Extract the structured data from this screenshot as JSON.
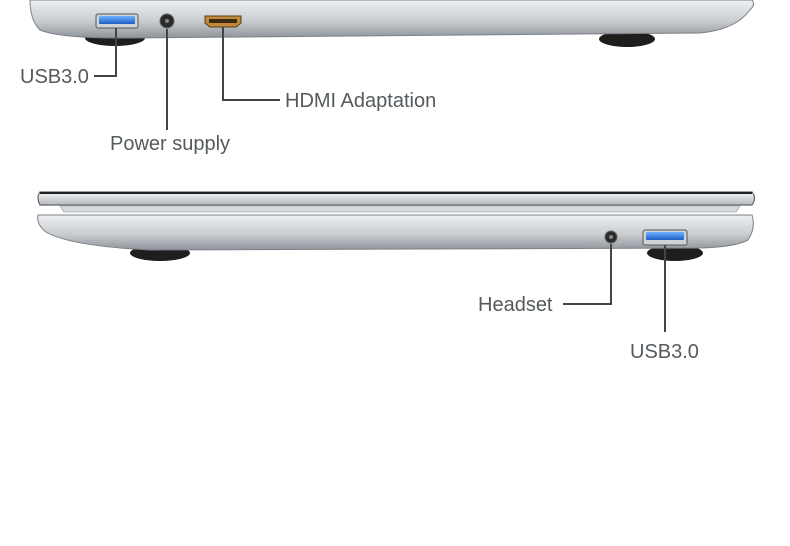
{
  "labels": {
    "top_usb": "USB3.0",
    "hdmi": "HDMI Adaptation",
    "power": "Power supply",
    "headset": "Headset",
    "bottom_usb": "USB3.0"
  },
  "colors": {
    "chassis_light": "#e3e6e8",
    "chassis_dark": "#9aa0a5",
    "edge": "#6f757a",
    "usb_blue": "#2f7fe0",
    "hdmi_gold": "#c08a3a",
    "foot": "#222222",
    "leader_line": "#444444",
    "label_text": "#555a5e"
  }
}
